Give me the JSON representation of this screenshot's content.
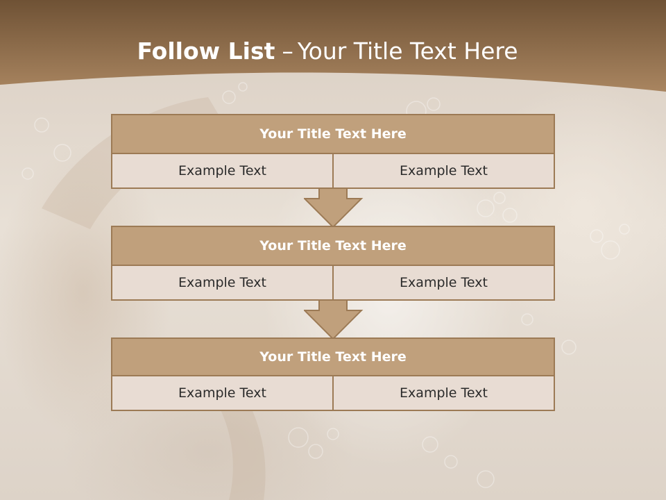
{
  "slide": {
    "title_bold": "Follow List",
    "title_dash": "–",
    "title_rest": "Your Title Text Here"
  },
  "steps": [
    {
      "title": "Your Title Text Here",
      "left": "Example Text",
      "right": "Example Text"
    },
    {
      "title": "Your Title Text Here",
      "left": "Example Text",
      "right": "Example Text"
    },
    {
      "title": "Your Title Text Here",
      "left": "Example Text",
      "right": "Example Text"
    }
  ],
  "colors": {
    "header": "#8b6a47",
    "block_title": "#c0a07c",
    "block_cell": "#e8dcd3",
    "border": "#9c7a55",
    "arrow": "#c0a07c"
  }
}
